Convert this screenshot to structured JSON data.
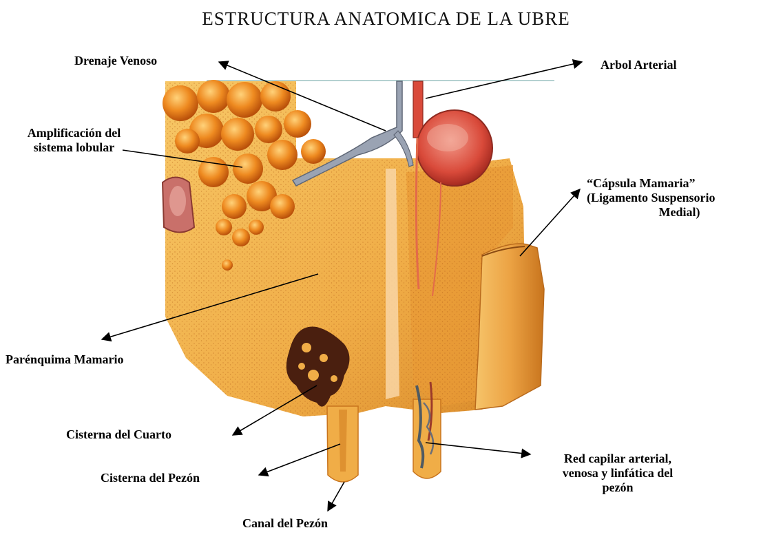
{
  "title": "ESTRUCTURA ANATOMICA DE LA UBRE",
  "labels": {
    "drenaje_venoso": "Drenaje Venoso",
    "arbol_arterial": "Arbol Arterial",
    "amplificacion": [
      "Amplificación del",
      "sistema lobular"
    ],
    "capsula": [
      "“Cápsula Mamaria”",
      "(Ligamento Suspensorio",
      "Medial)"
    ],
    "parenquima": "Parénquima Mamario",
    "cisterna_cuarto": "Cisterna del Cuarto",
    "cisterna_pezon": "Cisterna del Pezón",
    "red_capilar": [
      "Red capilar arterial,",
      "venosa y linfática del",
      "pezón"
    ],
    "canal_pezon": "Canal del Pezón"
  },
  "colors": {
    "tissue": "#f3b24a",
    "tissue_light": "#f8cf7c",
    "lobule": "#e8801a",
    "lobule_dark": "#c65a0b",
    "vessel_artery": "#d94a3a",
    "vessel_vein": "#9aa3b3",
    "cistern": "#4a1f0f",
    "arrow": "#000000"
  }
}
